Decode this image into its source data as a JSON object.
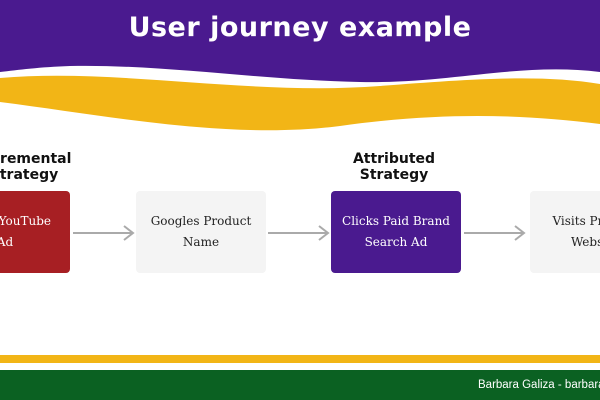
{
  "title": "User journey example",
  "strategies": [
    {
      "label": "Incremental Strategy"
    },
    {
      "label": "Attributed Strategy"
    }
  ],
  "steps": [
    {
      "line1": "Views YouTube",
      "line2": "Ad"
    },
    {
      "line1": "Googles Product",
      "line2": "Name"
    },
    {
      "line1": "Clicks Paid Brand",
      "line2": "Search Ad"
    },
    {
      "line1": "Visits Product",
      "line2": "Website"
    }
  ],
  "footer": {
    "text": "Barbara Galiza - barbara@"
  },
  "colors": {
    "header_purple": "#4a1a8f",
    "accent_yellow": "#f2b516",
    "footer_green": "#0b6122",
    "step_red": "#a71f23",
    "step_grey": "#f4f4f4",
    "arrow_grey": "#aaaaaa"
  },
  "icons": [
    "right-arrow-icon"
  ]
}
